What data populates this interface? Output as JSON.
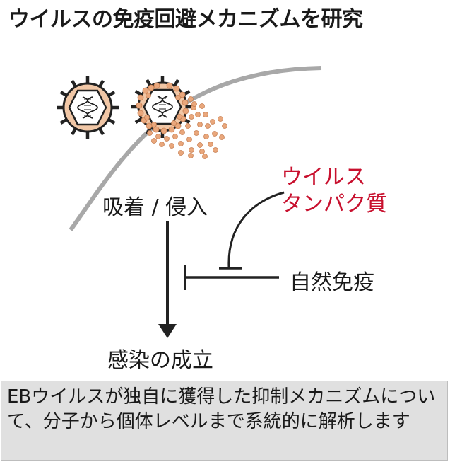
{
  "title": "ウイルスの免疫回避メカニズムを研究",
  "labels": {
    "adsorption": "吸着 / 侵入",
    "viral_protein_line1": "ウイルス",
    "viral_protein_line2": "タンパク質",
    "innate_immunity": "自然免疫",
    "infection": "感染の成立"
  },
  "caption": "EBウイルスが独自に獲得した抑制メカニズムについて、分子から個体レベルまで系統的に解析します",
  "colors": {
    "accent_red": "#c8102e",
    "virus_fill": "#f1c7a6",
    "particle": "#e9a77c",
    "membrane": "#a8a8a8",
    "caption_bg": "#e0e0e0"
  },
  "icons": [
    "virus-particle-icon",
    "virus-releasing-particles-icon",
    "dna-helix-icon"
  ]
}
